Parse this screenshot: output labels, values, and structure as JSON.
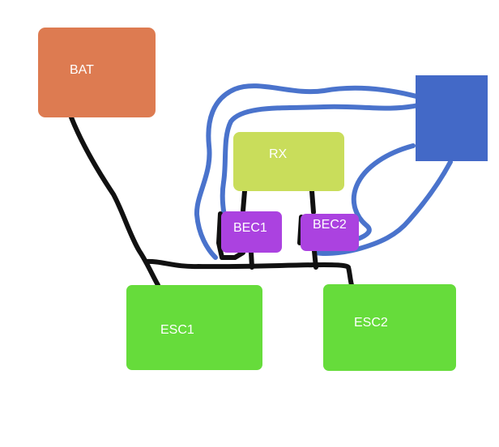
{
  "colors": {
    "battery": "#dd7b51",
    "receiver": "#c9dd5b",
    "bec": "#ab42e0",
    "esc": "#66dc3b",
    "unlabeled_block": "#4369c7",
    "black_wire": "#111111",
    "blue_wire": "#4a73cc"
  },
  "nodes": {
    "bat": "BAT",
    "rx": "RX",
    "bec1": "BEC1",
    "bec2": "BEC2",
    "esc1": "ESC1",
    "esc2": "ESC2"
  }
}
